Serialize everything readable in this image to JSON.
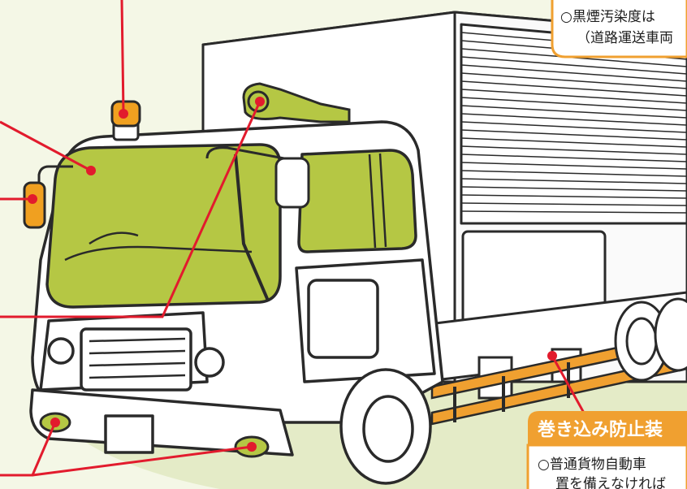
{
  "notes": {
    "top_right": {
      "line1": "○黒煙汚染度は",
      "line2": "（道路運送車両"
    },
    "bottom_right": {
      "banner": "巻き込み防止装",
      "line1": "○普通貨物自動車",
      "line2": "置を備えなければ"
    }
  },
  "colors": {
    "highlight_green": "#b5c744",
    "amber_lamp": "#f0a020",
    "guard_orange": "#f0a030",
    "callout_red": "#e21b2d",
    "outline": "#2a2a2a",
    "note_border": "#f0a030",
    "banner_bg": "#f0a030",
    "background": "#f4f7e6"
  }
}
